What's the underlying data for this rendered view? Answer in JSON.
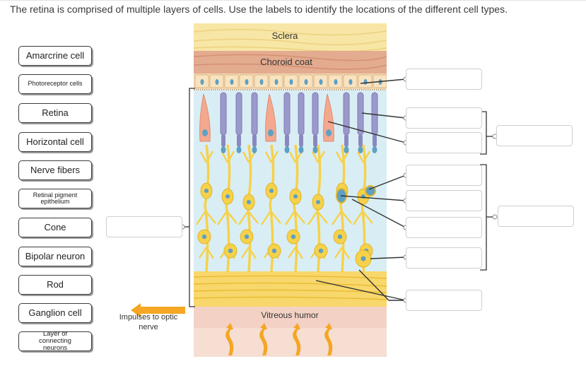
{
  "question": "The retina is comprised of multiple layers of cells.  Use the labels to identify the locations of the different cell types.",
  "labels": [
    "Amarcrine cell",
    "Photoreceptor cells",
    "Retina",
    "Horizontal cell",
    "Nerve fibers",
    "Retinal pigment epithelium",
    "Cone",
    "Bipolar neuron",
    "Rod",
    "Ganglion cell",
    "Layer of connecting neurons"
  ],
  "diagram": {
    "sclera": "Sclera",
    "choroid": "Choroid coat",
    "vitreous": "Vitreous humor",
    "impulses": "Impulses to optic nerve"
  },
  "colors": {
    "sclera": "#f8e6a6",
    "choroid": "#e3ab8f",
    "retina_bg": "#d9eef4",
    "neuron": "#f6d14a",
    "rod": "#9b99cc",
    "cone": "#f4a88e",
    "nucleus": "#5ea0c4",
    "arrow": "#f5a623"
  }
}
